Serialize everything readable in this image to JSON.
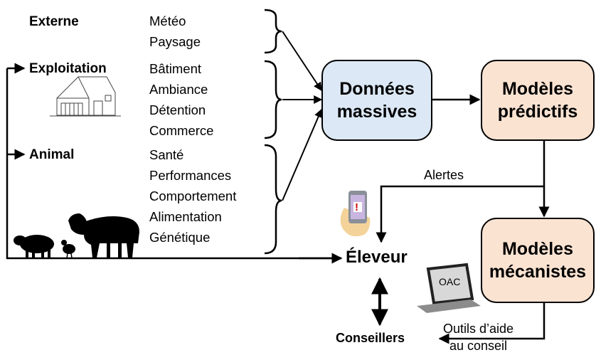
{
  "sources": {
    "externe": {
      "title": "Externe",
      "items": [
        "Météo",
        "Paysage"
      ]
    },
    "exploitation": {
      "title": "Exploitation",
      "items": [
        "Bâtiment",
        "Ambiance",
        "Détention",
        "Commerce"
      ]
    },
    "animal": {
      "title": "Animal",
      "items": [
        "Santé",
        "Performances",
        "Comportement",
        "Alimentation",
        "Génétique"
      ]
    }
  },
  "boxes": {
    "donnees": "Données massives",
    "donnees_l1": "Données",
    "donnees_l2": "massives",
    "predictifs_l1": "Modèles",
    "predictifs_l2": "prédictifs",
    "mecanistes_l1": "Modèles",
    "mecanistes_l2": "mécanistes"
  },
  "labels": {
    "alertes": "Alertes",
    "eleveur": "Éleveur",
    "conseillers": "Conseillers",
    "outils_l1": "Outils d’aide",
    "outils_l2": "au conseil",
    "oac": "OAC",
    "phone_alert": "!"
  },
  "colors": {
    "box_blue": "#dce8f5",
    "box_peach": "#fbe3d2",
    "line": "#000000"
  }
}
